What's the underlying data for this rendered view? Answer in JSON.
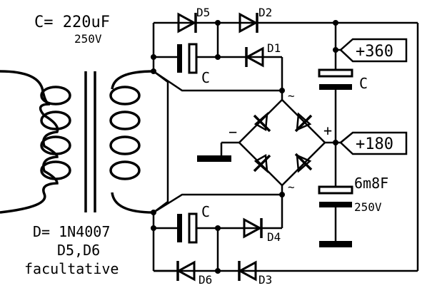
{
  "diagram": {
    "cap_spec_line1": "C= 220uF",
    "cap_spec_line2": "250V",
    "diode_note_line1": "D= 1N4007",
    "diode_note_line2": "D5,D6",
    "diode_note_line3": "facultative",
    "diodes": {
      "d1": "D1",
      "d2": "D2",
      "d3": "D3",
      "d4": "D4",
      "d5": "D5",
      "d6": "D6"
    },
    "caps": {
      "upper_left": "C",
      "lower_left": "C",
      "right_upper": "C",
      "right_lower_value": "6m8F",
      "right_lower_voltage": "250V"
    },
    "bridge": {
      "ac_top": "~",
      "ac_bottom": "~",
      "minus": "−",
      "plus": "+"
    },
    "outputs": {
      "high": "+360",
      "mid": "+180"
    }
  }
}
